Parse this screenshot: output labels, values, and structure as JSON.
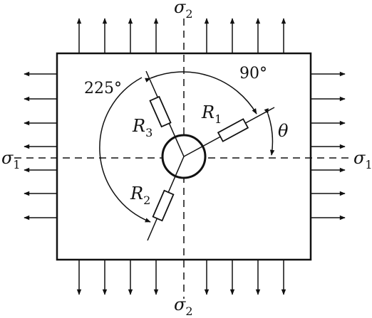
{
  "labels": {
    "sigma2_top": {
      "symbol": "σ",
      "sub": "2"
    },
    "sigma2_bottom": {
      "symbol": "σ",
      "sub": "2"
    },
    "sigma1_left": {
      "symbol": "σ",
      "sub": "1"
    },
    "sigma1_right": {
      "symbol": "σ",
      "sub": "1"
    },
    "r1": {
      "symbol": "R",
      "sub": "1"
    },
    "r2": {
      "symbol": "R",
      "sub": "2"
    },
    "r3": {
      "symbol": "R",
      "sub": "3"
    },
    "theta": "θ",
    "angle_90": "90°",
    "angle_225": "225°"
  },
  "colors": {
    "ink": "#111111",
    "background": "#ffffff"
  }
}
